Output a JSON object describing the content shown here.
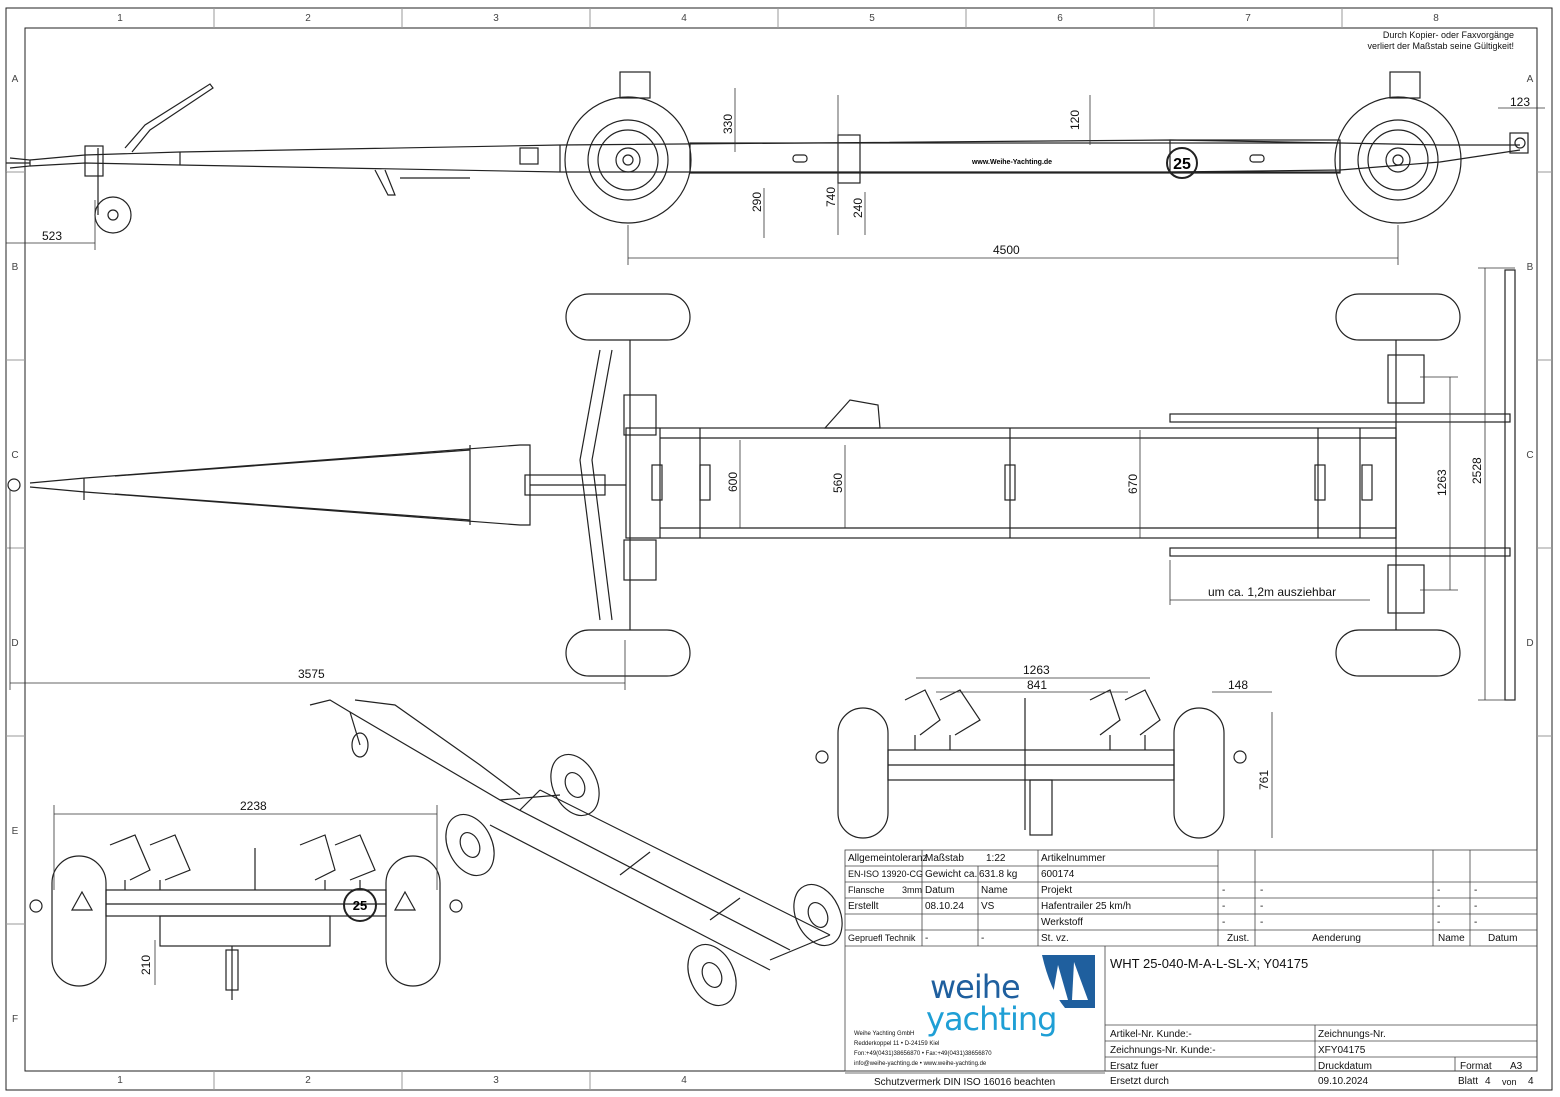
{
  "border": {
    "col_labels": [
      "1",
      "2",
      "3",
      "4",
      "5",
      "6",
      "7",
      "8"
    ],
    "row_labels": [
      "A",
      "B",
      "C",
      "D",
      "E",
      "F"
    ]
  },
  "notice": {
    "line1": "Durch Kopier- oder Faxvorgänge",
    "line2": "verliert der Maßstab seine Gültigkeit!"
  },
  "side_view": {
    "dims": {
      "d523": "523",
      "d330": "330",
      "d290": "290",
      "d740": "740",
      "d240": "240",
      "d120": "120",
      "d4500": "4500",
      "d123": "123"
    },
    "brand_text": "www.Weihe-Yachting.de",
    "speed_badge": "25"
  },
  "top_view": {
    "dims": {
      "d600": "600",
      "d560": "560",
      "d670": "670",
      "d1263": "1263",
      "d2528": "2528",
      "d3575": "3575"
    },
    "extend_note": "um ca. 1,2m ausziehbar"
  },
  "rear_view": {
    "dims": {
      "d1263": "1263",
      "d841": "841",
      "d148": "148",
      "d761": "761"
    }
  },
  "front_view": {
    "dims": {
      "d2238": "2238",
      "d210": "210"
    },
    "speed_badge": "25"
  },
  "title_block": {
    "allgemein": "Allgemeintoleranz",
    "iso": "EN-ISO 13920-CG",
    "flansche": "Flansche",
    "flansche_val": "3mm",
    "massstab_label": "Maßstab",
    "massstab_val": "1:22",
    "gewicht_label": "Gewicht ca.",
    "gewicht_val": "631.8 kg",
    "artikelnummer_label": "Artikelnummer",
    "artikelnummer_val": "600174",
    "datum_label": "Datum",
    "name_label": "Name",
    "projekt_label": "Projekt",
    "projekt_val": "Hafentrailer 25 km/h",
    "werkstoff_label": "Werkstoff",
    "werkstoff_val": "St. vz.",
    "erstellt_label": "Erstellt",
    "erstellt_date": "08.10.24",
    "erstellt_name": "VS",
    "geprueft_label": "Gepruefl Technik",
    "geprueft_date": "-",
    "geprueft_name": "-",
    "dash": "-",
    "rev_headers": [
      "Zust.",
      "Aenderung",
      "Name",
      "Datum"
    ],
    "drawing_title": "WHT 25-040-M-A-L-SL-X; Y04175",
    "company_lines": [
      "Weihe Yachting GmbH",
      "Redderkoppel 11 • D-24159 Kiel",
      "Fon:+49(0431)38656870 • Fax:+49(0431)38656870",
      "info@weihe-yachting.de • www.weihe-yachting.de"
    ],
    "logo_line1": "weihe",
    "logo_line2": "yachting",
    "schutz": "Schutzvermerk DIN ISO 16016 beachten",
    "artikel_kunde": "Artikel-Nr. Kunde:-",
    "zeichnung_kunde": "Zeichnungs-Nr. Kunde:-",
    "ersatz_fuer": "Ersatz fuer",
    "ersetzt_durch": "Ersetzt durch",
    "zeichnungs_nr_label": "Zeichnungs-Nr.",
    "zeichnungs_nr_val": "XFY04175",
    "druckdatum_label": "Druckdatum",
    "druckdatum_val": "09.10.2024",
    "format_label": "Format",
    "format_val": "A3",
    "blatt_label": "Blatt",
    "blatt_val": "4",
    "von_label": "von",
    "von_val": "4"
  }
}
